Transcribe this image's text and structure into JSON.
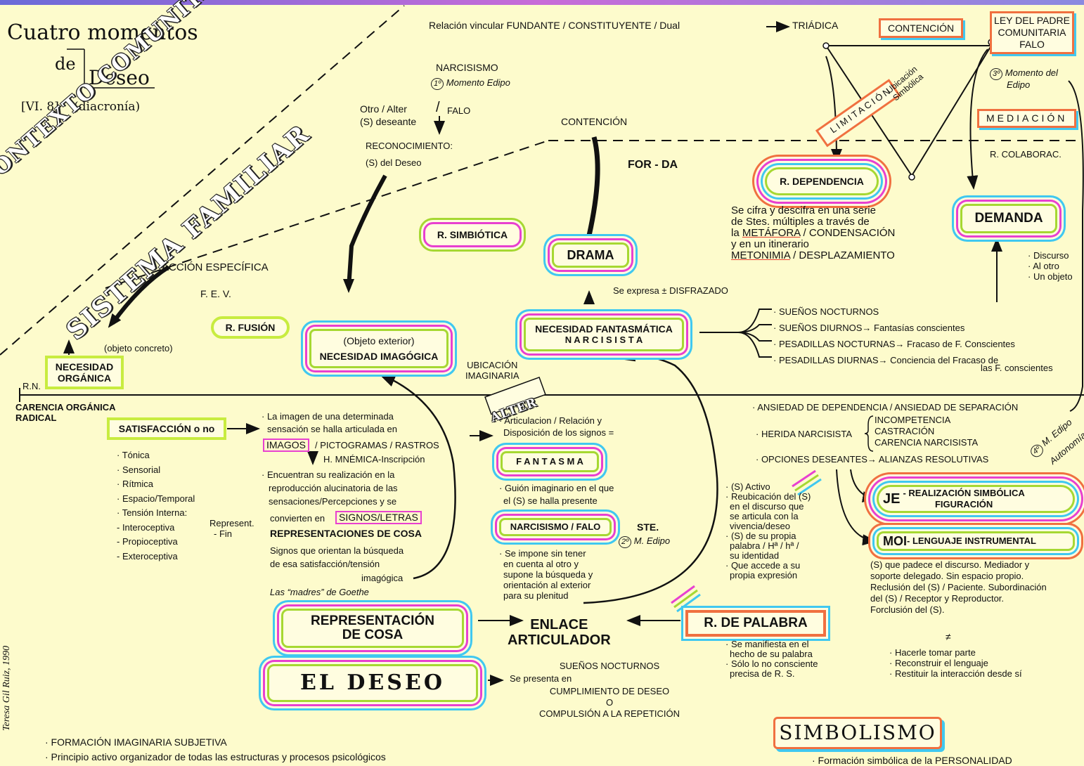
{
  "title": {
    "line1": "Cuatro momentos",
    "line2": "de",
    "line3": "Deseo",
    "ref": "[VI. 8]",
    "sub": "(diacronía)"
  },
  "diagonal": {
    "contexto": "CONTEXTO COMUNITARIO",
    "sistema": "SISTEMA FAMILIAR"
  },
  "top": {
    "relacion": "Relación vincular FUNDANTE / CONSTITUYENTE / Dual",
    "triadica": "TRIÁDICA",
    "contencion_tag": "CONTENCIÓN",
    "ley": [
      "LEY DEL PADRE",
      "COMUNITARIA",
      "FALO"
    ],
    "tercer_circ": "3º",
    "tercer_txt": [
      "Momento del",
      "Edipo"
    ],
    "limitacion": "LIMITACIÓN",
    "ubicacion": [
      "Ubicación",
      "Simbólica"
    ],
    "mediacion": "MEDIACIÓN",
    "r_colab": "R. COLABORAC."
  },
  "mid": {
    "narcisismo": "NARCISISMO",
    "primer_circ": "1º",
    "primer_txt": "Momento Edipo",
    "otro": [
      "Otro / Alter",
      "(S) deseante"
    ],
    "falo": "FALO",
    "reconoc": [
      "RECONOCIMIENTO:",
      "(S) del Deseo"
    ],
    "contencion": "CONTENCIÓN",
    "forda": "FOR - DA",
    "accion": "ACCIÓN ESPECÍFICA",
    "fev": "F. E. V.",
    "objeto_concreto": "(objeto concreto)",
    "rn": "R.N.",
    "se_expresa": "Se expresa ±  DISFRAZADO",
    "ubic_imag": [
      "UBICACIÓN",
      "IMAGINARIA"
    ],
    "alter": "ALTER"
  },
  "boxes": {
    "r_dependencia": "R. DEPENDENCIA",
    "demanda": "DEMANDA",
    "r_simbiotica": "R. SIMBIÓTICA",
    "drama": "DRAMA",
    "r_fusion": "R. FUSIÓN",
    "nec_fant_1": "NECESIDAD FANTASMÁTICA",
    "nec_fant_2": "N A R C I S I S T A",
    "nec_imag_1": "(Objeto exterior)",
    "nec_imag_2": "NECESIDAD IMAGÓGICA",
    "nec_org": [
      "NECESIDAD",
      "ORGÁNICA"
    ],
    "satisfaccion": "SATISFACCIÓN o no",
    "fantasma": "F A N T A S M A",
    "narc_falo": "NARCISISMO / FALO",
    "ste": "STE.",
    "segundo_circ": "2º",
    "segundo_txt": "M. Edipo",
    "rep_cosa": [
      "REPRESENTACIÓN",
      "DE COSA"
    ],
    "enlace": [
      "ENLACE",
      "ARTICULADOR"
    ],
    "r_palabra": "R. DE PALABRA",
    "el_deseo": "EL   DESEO",
    "je": "JE",
    "je_txt": [
      "- REALIZACIÓN SIMBÓLICA",
      "FIGURACIÓN"
    ],
    "moi": "MOI",
    "moi_txt": "- LENGUAJE INSTRUMENTAL",
    "simbolismo": "SIMBOLISMO"
  },
  "dependencia_text": [
    "Se cifra y descifra en una serie",
    "de Stes. múltiples a través de"
  ],
  "dep_line3": {
    "a": "la ",
    "u": "METÁFORA",
    "b": " / CONDENSACIÓN"
  },
  "dep_line4": "y en un itinerario",
  "dep_line5": {
    "u": "METONIMIA",
    "b": " / DESPLAZAMIENTO"
  },
  "demanda_list": [
    "· Discurso",
    "· Al otro",
    "· Un objeto"
  ],
  "suenos_list": [
    "· SUEÑOS NOCTURNOS",
    "· SUEÑOS DIURNOS→ Fantasías conscientes",
    "· PESADILLAS NOCTURNAS→ Fracaso de F. Conscientes",
    "· PESADILLAS DIURNAS→ Conciencia del Fracaso de"
  ],
  "suenos_cont": "las F. conscientes",
  "carencia": [
    "CARENCIA ORGÁNICA",
    "RADICAL"
  ],
  "tonica_list": [
    "· Tónica",
    "· Sensorial",
    "· Rítmica",
    "· Espacio/Temporal",
    "· Tensión Interna:",
    "  - Interoceptiva",
    "  - Propioceptiva",
    "  - Exteroceptiva"
  ],
  "represent": [
    "Represent.",
    "- Fin"
  ],
  "imagen_text": [
    "· La imagen de una determinada",
    "sensación se halla articulada en"
  ],
  "imagos": "IMAGOS",
  "pictogramas": " / PICTOGRAMAS / RASTROS",
  "mnemica": "H. MNÉMICA-Inscripción",
  "encuentran": [
    "· Encuentran su realización en la",
    "reproducción alucinatoria de las",
    "sensaciones/Percepciones y se"
  ],
  "convierten": "convierten en",
  "signos": "SIGNOS/LETRAS",
  "rep_cosa_head": "REPRESENTACIONES DE COSA",
  "signos_orientan": [
    "Signos que orientan la búsqueda",
    "de esa satisfacción/tensión"
  ],
  "imagogica": "imagógica",
  "madres": "Las “madres” de Goethe",
  "articulacion": [
    "· Articulacion / Relación y",
    "Disposición de los signos ="
  ],
  "guion": [
    "· Guión imaginario en el que",
    "el (S) se halla presente"
  ],
  "impone": [
    "· Se impone sin tener",
    "en cuenta al otro y",
    "supone la búsqueda y",
    "orientación al exterior",
    "para su plenitud"
  ],
  "activo": [
    "· (S) Activo",
    "· Reubicación del (S)",
    "en el discurso que",
    "se articula con la",
    "vivencia/deseo",
    "· (S) de su propia",
    "palabra / Hª / hª /",
    "su identidad",
    "· Que accede a su",
    "propia expresión"
  ],
  "manifiesta": [
    "· Se manifiesta en el",
    "hecho de su palabra",
    "· Sólo lo no consciente",
    "precisa de R. S."
  ],
  "suenos_noct": [
    "SUEÑOS NOCTURNOS",
    "Se presenta en",
    "CUMPLIMIENTO DE DESEO",
    "O",
    "COMPULSIÓN A LA REPETICIÓN"
  ],
  "ansiedad": "· ANSIEDAD DE DEPENDENCIA / ANSIEDAD DE SEPARACIÓN",
  "herida": "· HERIDA NARCISISTA",
  "herida_list": [
    "INCOMPETENCIA",
    "CASTRACIÓN",
    "CARENCIA NARCISISTA"
  ],
  "opciones": "· OPCIONES DESEANTES→ ALIANZAS RESOLUTIVAS",
  "cuarto_circ": "4º",
  "cuarto_txt": "M. Edipo",
  "autonomia": "Autonomía",
  "padece": [
    "(S) que padece el discurso. Mediador y",
    "soporte delegado. Sin espacio propio.",
    "Reclusión del (S) / Paciente. Subordinación",
    "del (S) / Receptor y Reproductor.",
    "Forclusión del (S)."
  ],
  "neq": "≠",
  "hacerle": [
    "· Hacerle tomar parte",
    "· Reconstruir el lenguaje",
    "· Restituir la interacción desde sí"
  ],
  "formacion": [
    "· FORMACIÓN IMAGINARIA SUBJETIVA",
    "· Principio activo organizador de todas las estructuras y procesos psicológicos"
  ],
  "formacion_simb": "· Formación simbólica de la PERSONALIDAD",
  "author": "Teresa Gil Ruiz, 1990",
  "colors": {
    "magenta": "#e840d0",
    "cyan": "#40c8f0",
    "lime": "#a6d832",
    "orange": "#f07040",
    "bg": "#fdfbcc"
  }
}
